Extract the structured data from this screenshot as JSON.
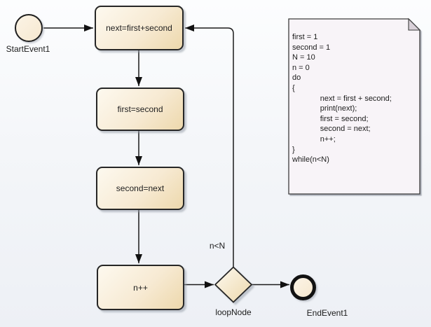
{
  "nodes": {
    "start": {
      "label": "StartEvent1"
    },
    "assign_next": {
      "label": "next=first+second"
    },
    "assign_first": {
      "label": "first=second"
    },
    "assign_second": {
      "label": "second=next"
    },
    "increment": {
      "label": "n++"
    },
    "decision": {
      "label": "loopNode"
    },
    "end": {
      "label": "EndEvent1"
    }
  },
  "edges": {
    "loop_guard": {
      "label": "n<N"
    }
  },
  "note": {
    "code": "first = 1\nsecond = 1\nN = 10\nn = 0\ndo\n{\n\tnext = first + second;\n\tprint(next);\n\tfirst = second;\n\tsecond = next;\n\tn++;\n}\nwhile(n<N)"
  },
  "colors": {
    "canvas_top": "#fcfdfe",
    "canvas_bottom": "#edf0f5",
    "node_fill_top": "#fdf9ef",
    "node_fill_bottom": "#edd8ac",
    "node_border": "#262626",
    "note_fill": "#f8f4f8",
    "connector": "#1a1a1a"
  }
}
